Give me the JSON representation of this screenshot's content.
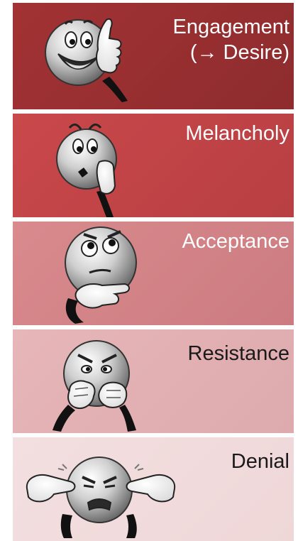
{
  "stages": [
    {
      "label_line1": "Engagement",
      "label_line2": "(→ Desire)",
      "icon": "thumbs-up-smiley-icon",
      "color": "#9c3032"
    },
    {
      "label_line1": "Melancholy",
      "icon": "worried-smiley-icon",
      "color": "#c3464a"
    },
    {
      "label_line1": "Acceptance",
      "icon": "thinking-smiley-icon",
      "color": "#d4868a"
    },
    {
      "label_line1": "Resistance",
      "icon": "angry-fists-smiley-icon",
      "color": "#e3b0b2"
    },
    {
      "label_line1": "Denial",
      "icon": "covering-ears-smiley-icon",
      "color": "#f1dcdd"
    }
  ]
}
